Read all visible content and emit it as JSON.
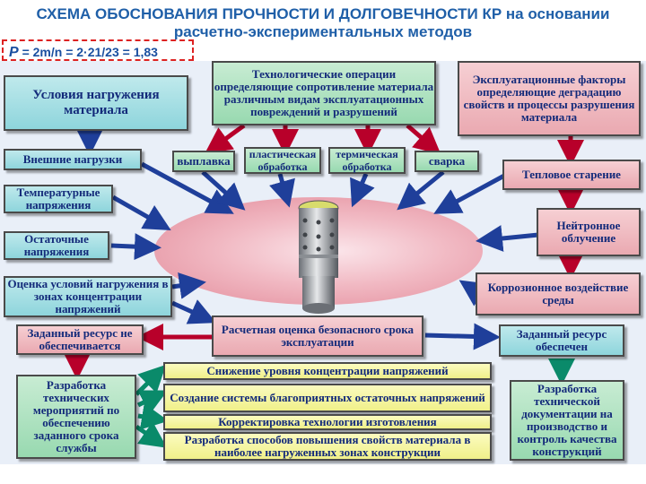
{
  "title": "СХЕМА ОБОСНОВАНИЯ ПРОЧНОСТИ И ДОЛГОВЕЧНОСТИ КР на основании расчетно-экспериментальных методов",
  "formula": "= 2m/n = 2·21/23 = 1,83",
  "formula_symbol": "P",
  "colors": {
    "title": "#1f5fa8",
    "teal": "#8ed5dc",
    "pink": "#eaa9b1",
    "green": "#98d9b0",
    "yellow": "#f0f08a",
    "arrow_blue": "#1f3f9a",
    "arrow_red": "#b8002a",
    "arrow_green": "#0a8a6a"
  },
  "left": {
    "loading_conditions": "Условия нагружения материала",
    "external_loads": "Внешние нагрузки",
    "thermal_stress": "Температурные напряжения",
    "residual_stress": "Остаточные напряжения",
    "stress_concentration": "Оценка условий нагружения в зонах концентрации напряжений",
    "resource_not_ensured": "Заданный ресурс не обеспечивается",
    "tech_measures": "Разработка технических мероприятий по обеспечению заданного срока службы"
  },
  "top": {
    "tech_operations": "Технологические операции определяющие сопротивление материала различным видам эксплуатационных повреждений и разрушений",
    "smelting": "выплавка",
    "plastic_processing": "пластическая обработка",
    "thermal_processing": "термическая обработка",
    "welding": "сварка"
  },
  "right": {
    "operational_factors": "Эксплуатационные факторы определяющие деградацию свойств и процессы разрушения материала",
    "thermal_aging": "Тепловое старение",
    "neutron_irradiation": "Нейтронное облучение",
    "corrosion": "Коррозионное воздействие среды",
    "resource_ensured": "Заданный ресурс обеспечен",
    "tech_documentation": "Разработка технической документации на производство и контроль качества конструкций"
  },
  "center": {
    "safe_life_estimate": "Расчетная оценка безопасного срока эксплуатации"
  },
  "measures": [
    "Снижение уровня концентрации напряжений",
    "Создание системы благоприятных остаточных напряжений",
    "Корректировка технологии изготовления",
    "Разработка способов повышения свойств материала в наиболее нагруженных зонах конструкции"
  ]
}
